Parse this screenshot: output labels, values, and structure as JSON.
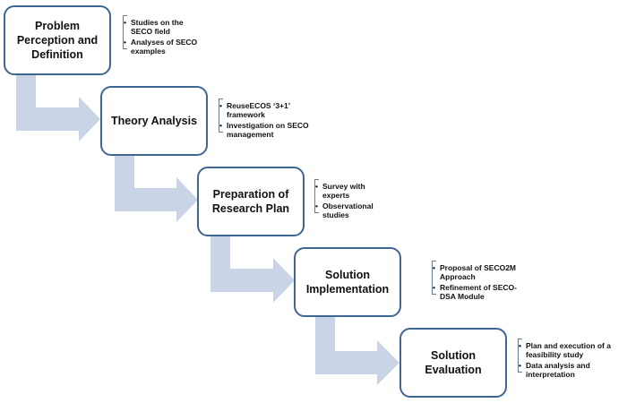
{
  "stages": [
    {
      "title": "Problem Perception and Definition",
      "notes": [
        "Studies on the SECO field",
        "Analyses of SECO examples"
      ]
    },
    {
      "title": "Theory Analysis",
      "notes": [
        "ReuseECOS ‘3+1’ framework",
        "Investigation on SECO management"
      ]
    },
    {
      "title": "Preparation of Research Plan",
      "notes": [
        "Survey with experts",
        "Observational studies"
      ]
    },
    {
      "title": "Solution Implementation",
      "notes": [
        "Proposal of SECO2M Approach",
        "Refinement of SECO-DSA Module"
      ]
    },
    {
      "title": "Solution Evaluation",
      "notes": [
        "Plan and execution of a feasibility study",
        "Data analysis and interpretation"
      ]
    }
  ],
  "colors": {
    "arrow": "#c9d5e6",
    "stage_border": "#3f6593"
  }
}
